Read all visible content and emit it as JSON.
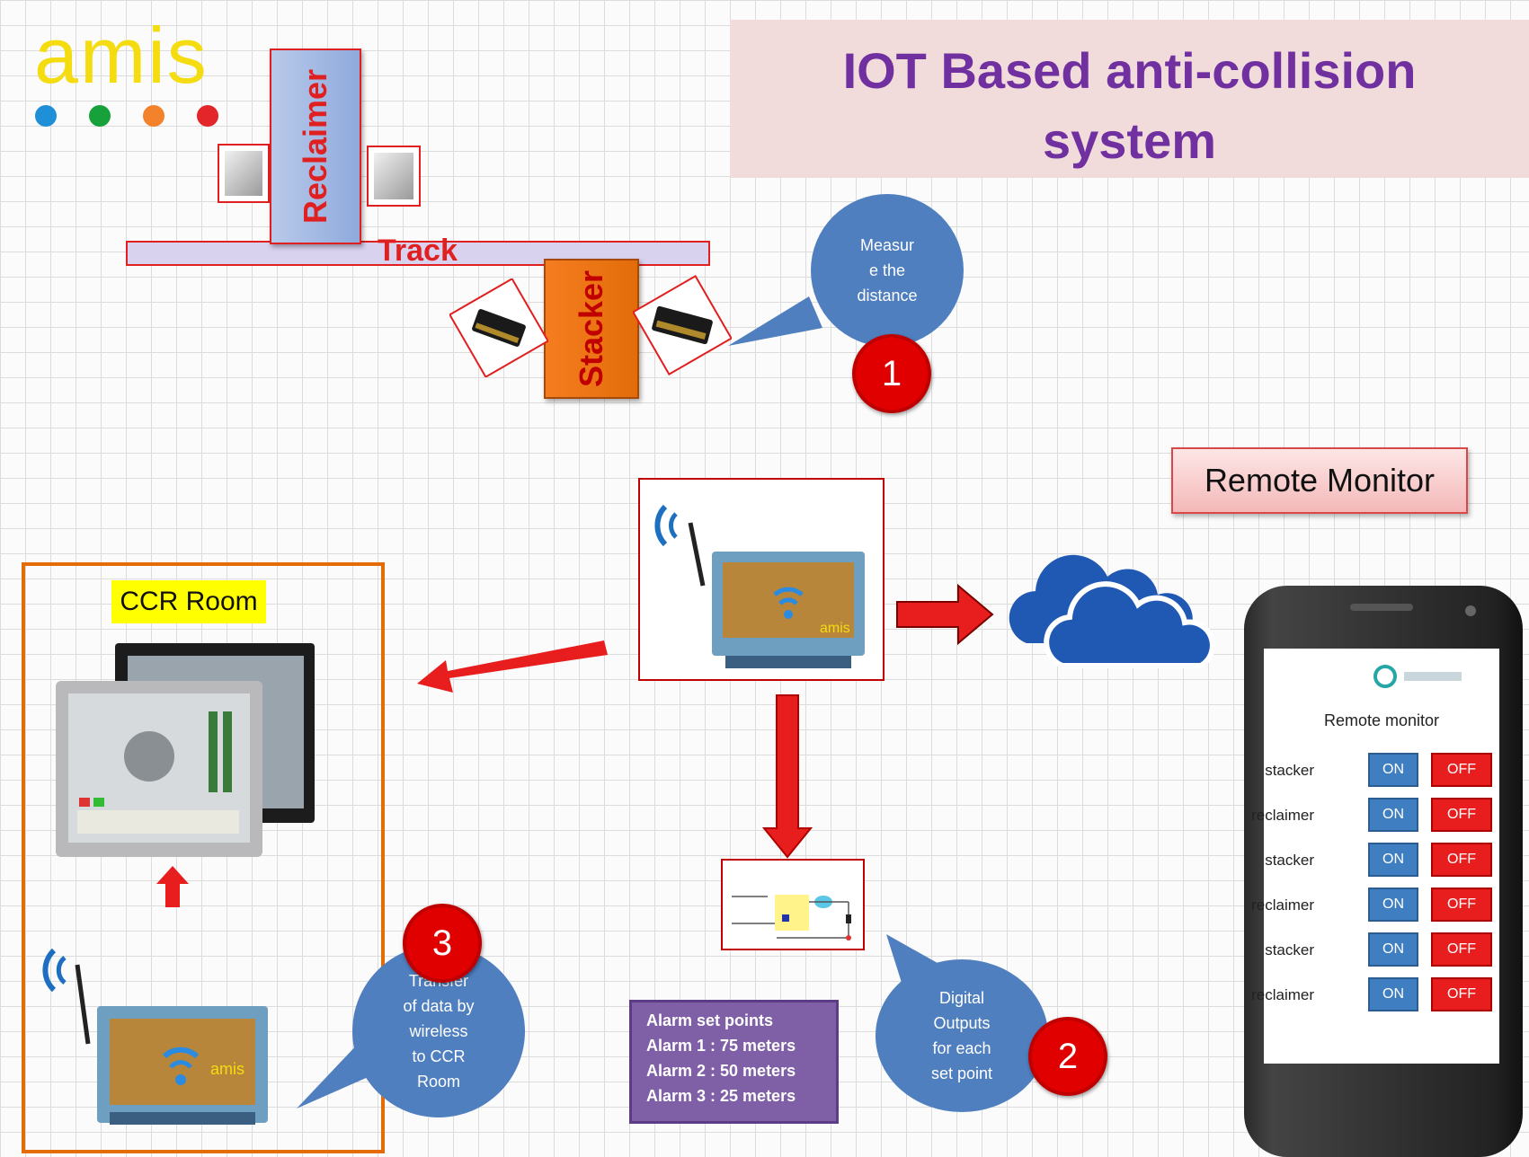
{
  "logo": {
    "text": "amis",
    "dots": [
      "#1f8fd8",
      "#16a13a",
      "#f4822a",
      "#e2262a"
    ]
  },
  "title": {
    "line1": "IOT Based anti-collision",
    "line2": "system"
  },
  "yard": {
    "reclaimer_label": "Reclaimer",
    "track_label": "Track",
    "stacker_label": "Stacker"
  },
  "step1": {
    "number": "1",
    "lines": [
      "Measur",
      "e the",
      "distance"
    ]
  },
  "step2": {
    "number": "2",
    "lines": [
      "Digital",
      "Outputs",
      "for each",
      "set point"
    ]
  },
  "step3": {
    "number": "3",
    "lines": [
      "Transfer",
      "of data by",
      "wireless",
      "to CCR",
      "Room"
    ]
  },
  "remote_monitor_label": "Remote Monitor",
  "ccr_label": "CCR Room",
  "alarms": {
    "heading": "Alarm set points",
    "items": [
      "Alarm 1 : 75 meters",
      "Alarm 2 : 50 meters",
      "Alarm 3 : 25 meters"
    ]
  },
  "device_brand": "amis",
  "phone": {
    "app_title": "Remote monitor",
    "rows": [
      {
        "label": "stacker",
        "on": "ON",
        "off": "OFF"
      },
      {
        "label": "reclaimer",
        "on": "ON",
        "off": "OFF"
      },
      {
        "label": "stacker",
        "on": "ON",
        "off": "OFF"
      },
      {
        "label": "reclaimer",
        "on": "ON",
        "off": "OFF"
      },
      {
        "label": "stacker",
        "on": "ON",
        "off": "OFF"
      },
      {
        "label": "reclaimer",
        "on": "ON",
        "off": "OFF"
      }
    ]
  },
  "colors": {
    "title_bg": "#f2dcdb",
    "title_text": "#7030a0",
    "bubble": "#4f7fbf",
    "arrow": "#e81e1e",
    "cloud": "#1f59b3"
  }
}
